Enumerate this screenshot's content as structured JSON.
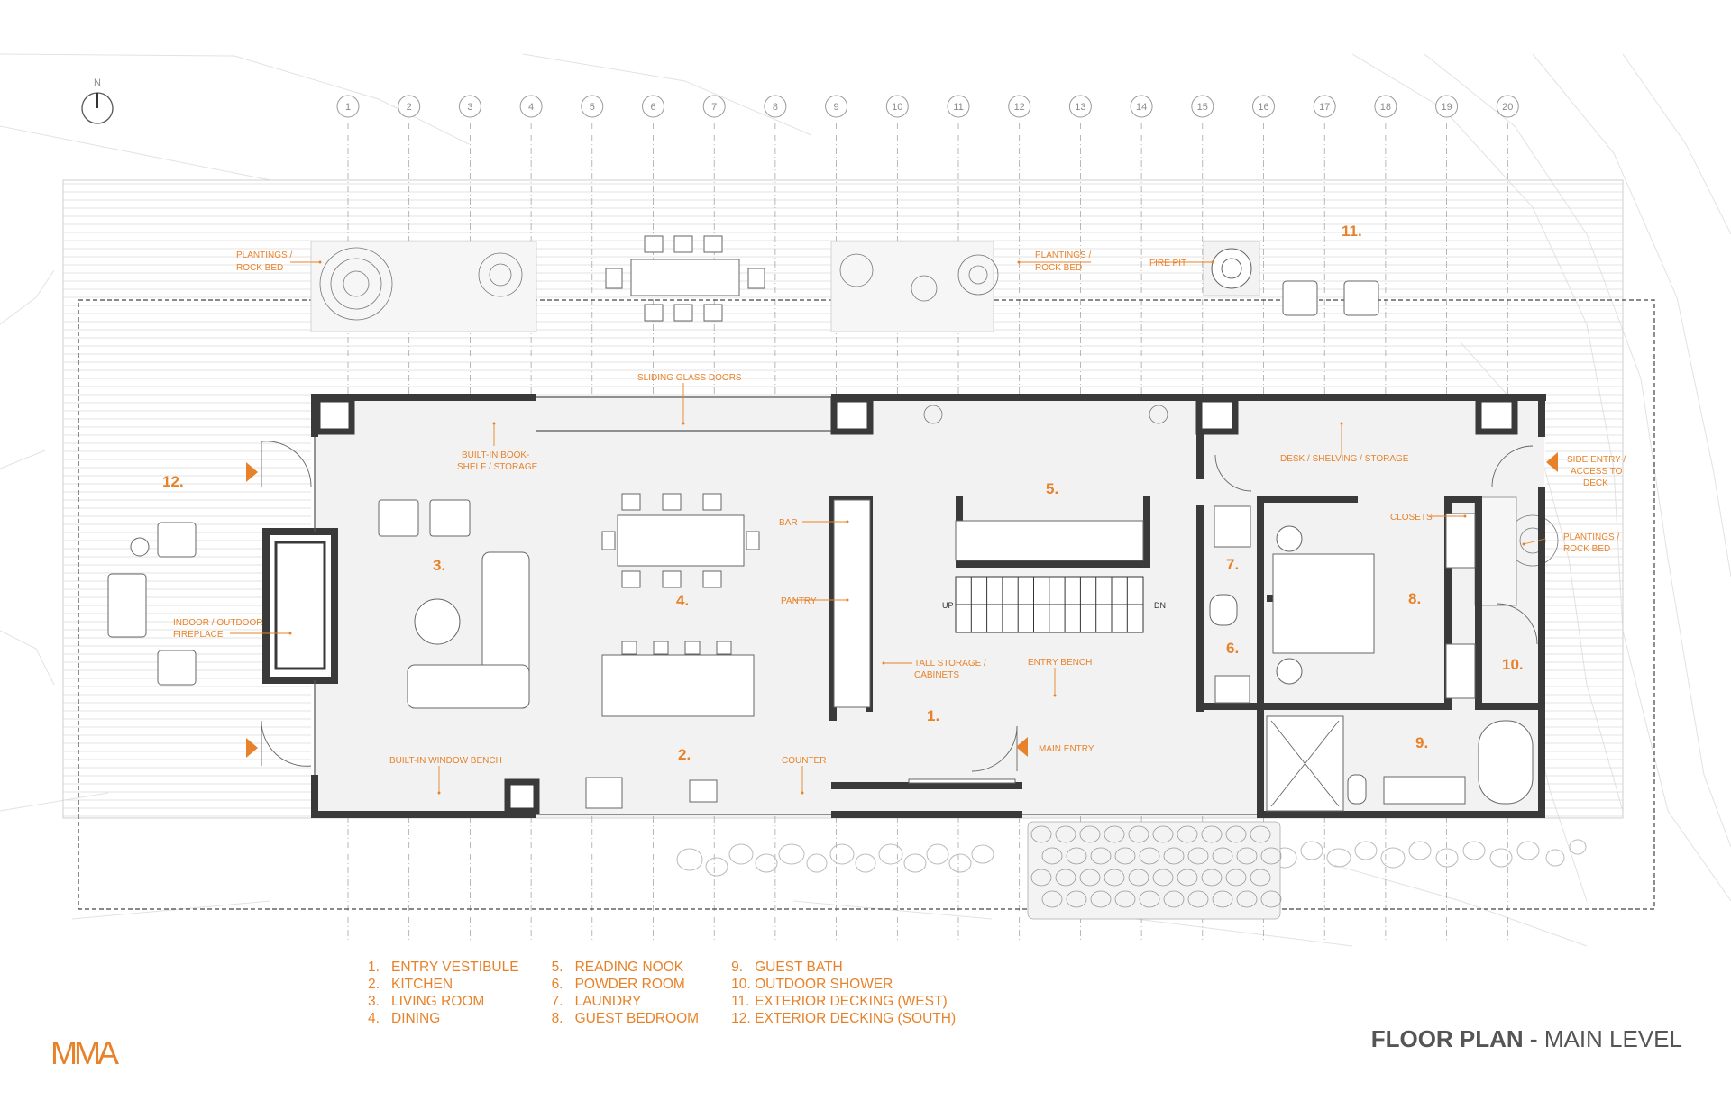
{
  "north_label": "N",
  "grid_labels": [
    "1",
    "2",
    "3",
    "4",
    "5",
    "6",
    "7",
    "8",
    "9",
    "10",
    "11",
    "12",
    "13",
    "14",
    "15",
    "16",
    "17",
    "18",
    "19",
    "20"
  ],
  "callouts": {
    "plantings_west_1": "PLANTINGS /",
    "plantings_west_2": "ROCK BED",
    "plantings_mid_1": "PLANTINGS /",
    "plantings_mid_2": "ROCK BED",
    "fire_pit": "FIRE PIT",
    "sliding_doors": "SLIDING GLASS DOORS",
    "bookshelf_1": "BUILT-IN BOOK-",
    "bookshelf_2": "SHELF / STORAGE",
    "desk": "DESK / SHELVING / STORAGE",
    "side_entry_1": "SIDE ENTRY /",
    "side_entry_2": "ACCESS TO",
    "side_entry_3": "DECK",
    "closets": "CLOSETS",
    "plantings_east_1": "PLANTINGS /",
    "plantings_east_2": "ROCK BED",
    "bar": "BAR",
    "pantry": "PANTRY",
    "fireplace_1": "INDOOR / OUTDOOR",
    "fireplace_2": "FIREPLACE",
    "tall_storage_1": "TALL STORAGE /",
    "tall_storage_2": "CABINETS",
    "entry_bench": "ENTRY BENCH",
    "main_entry": "MAIN ENTRY",
    "window_bench": "BUILT-IN WINDOW BENCH",
    "counter": "COUNTER",
    "stair_up": "UP",
    "stair_dn": "DN"
  },
  "room_numbers": {
    "r1": "1.",
    "r2": "2.",
    "r3": "3.",
    "r4": "4.",
    "r5": "5.",
    "r6": "6.",
    "r7": "7.",
    "r8": "8.",
    "r9": "9.",
    "r10": "10.",
    "r11": "11.",
    "r12": "12."
  },
  "legend": [
    [
      {
        "num": "1.",
        "label": "ENTRY VESTIBULE"
      },
      {
        "num": "2.",
        "label": "KITCHEN"
      },
      {
        "num": "3.",
        "label": "LIVING ROOM"
      },
      {
        "num": "4.",
        "label": "DINING"
      }
    ],
    [
      {
        "num": "5.",
        "label": "READING NOOK"
      },
      {
        "num": "6.",
        "label": "POWDER ROOM"
      },
      {
        "num": "7.",
        "label": "LAUNDRY"
      },
      {
        "num": "8.",
        "label": "GUEST BEDROOM"
      }
    ],
    [
      {
        "num": "9.",
        "label": "GUEST BATH"
      },
      {
        "num": "10.",
        "label": "OUTDOOR SHOWER"
      },
      {
        "num": "11.",
        "label": "EXTERIOR DECKING (WEST)"
      },
      {
        "num": "12.",
        "label": "EXTERIOR DECKING (SOUTH)"
      }
    ]
  ],
  "logo": "MMA",
  "title_bold": "FLOOR PLAN -",
  "title_rest": " MAIN LEVEL",
  "colors": {
    "accent": "#e8822a",
    "wall": "#3a3a3a",
    "line": "#c8c8c8"
  }
}
